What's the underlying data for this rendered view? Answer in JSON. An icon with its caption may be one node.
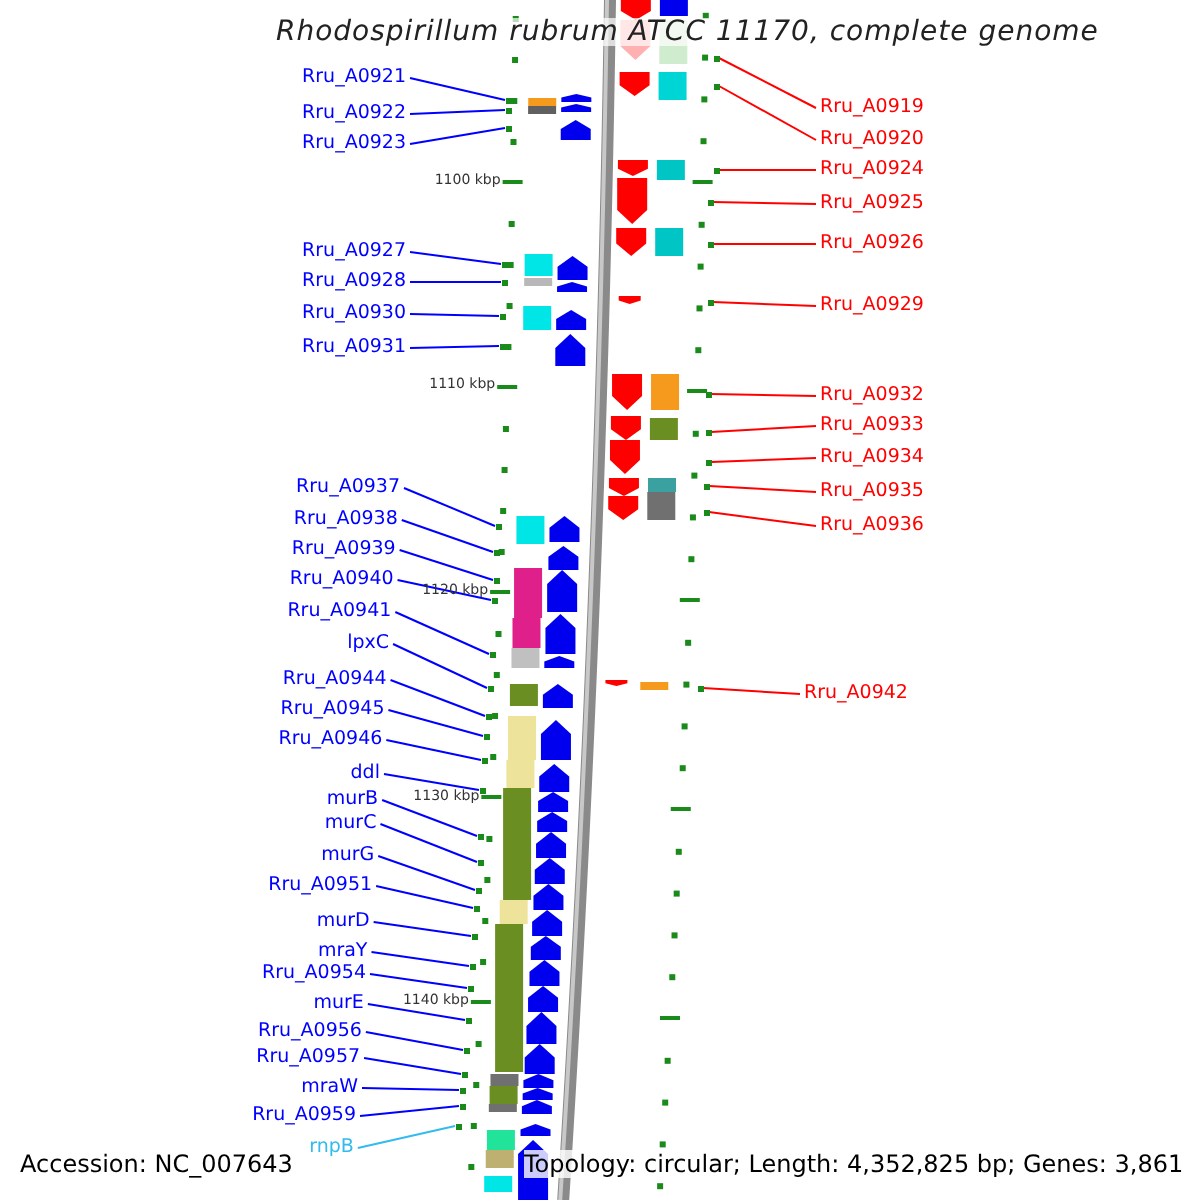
{
  "diagram": {
    "title": "Rhodospirillum rubrum ATCC 11170, complete genome",
    "nodes": [
      {
        "text": [
          "Rru_A0921"
        ]
      },
      {
        "text": [
          "Rru_A0922"
        ]
      },
      {
        "text": [
          "Rru_A0923"
        ]
      },
      {
        "text": [
          "Rru_A0927"
        ]
      },
      {
        "text": [
          "Rru_A0928"
        ]
      },
      {
        "text": [
          "Rru_A0930"
        ]
      },
      {
        "text": [
          "Rru_A0931"
        ]
      },
      {
        "text": [
          "Rru_A0937"
        ]
      },
      {
        "text": [
          "Rru_A0938"
        ]
      },
      {
        "text": [
          "Rru_A0939"
        ]
      },
      {
        "text": [
          "Rru_A0940"
        ]
      },
      {
        "text": [
          "Rru_A0941"
        ]
      },
      {
        "text": [
          "lpxC"
        ]
      },
      {
        "text": [
          "Rru_A0944"
        ]
      },
      {
        "text": [
          "Rru_A0945"
        ]
      },
      {
        "text": [
          "Rru_A0946"
        ]
      },
      {
        "text": [
          "ddl"
        ]
      },
      {
        "text": [
          "murB"
        ]
      },
      {
        "text": [
          "murC"
        ]
      },
      {
        "text": [
          "murG"
        ]
      },
      {
        "text": [
          "Rru_A0951"
        ]
      },
      {
        "text": [
          "murD"
        ]
      },
      {
        "text": [
          "mraY"
        ]
      },
      {
        "text": [
          "Rru_A0954"
        ]
      },
      {
        "text": [
          "murE"
        ]
      },
      {
        "text": [
          "Rru_A0956"
        ]
      },
      {
        "text": [
          "Rru_A0957"
        ]
      },
      {
        "text": [
          "mraW"
        ]
      },
      {
        "text": [
          "Rru_A0959"
        ]
      },
      {
        "text": [
          "rnpB"
        ]
      },
      {
        "text": [
          "Rru_A0919"
        ]
      },
      {
        "text": [
          "Rru_A0920"
        ]
      },
      {
        "text": [
          "Rru_A0924"
        ]
      },
      {
        "text": [
          "Rru_A0925"
        ]
      },
      {
        "text": [
          "Rru_A0926"
        ]
      },
      {
        "text": [
          "Rru_A0929"
        ]
      },
      {
        "text": [
          "Rru_A0932"
        ]
      },
      {
        "text": [
          "Rru_A0933"
        ]
      },
      {
        "text": [
          "Rru_A0934"
        ]
      },
      {
        "text": [
          "Rru_A0935"
        ]
      },
      {
        "text": [
          "Rru_A0936"
        ]
      },
      {
        "text": [
          "Rru_A0942"
        ]
      },
      {
        "text": [],
        "shape": "box"
      },
      {
        "text": [],
        "shape": "box"
      },
      {
        "text": [],
        "shape": "box"
      },
      {
        "text": [],
        "shape": "box"
      },
      {
        "text": [],
        "shape": "box"
      },
      {
        "text": [],
        "shape": "box"
      },
      {
        "text": [],
        "shape": "box"
      },
      {
        "text": [],
        "shape": "box"
      },
      {
        "text": [],
        "shape": "box"
      },
      {
        "text": [],
        "shape": "box"
      },
      {
        "text": [],
        "shape": "box"
      },
      {
        "text": [],
        "shape": "box"
      },
      {
        "text": [],
        "shape": "box"
      },
      {
        "text": [],
        "shape": "box"
      },
      {
        "text": [],
        "shape": "box"
      },
      {
        "text": [],
        "shape": "box"
      },
      {
        "text": [],
        "shape": "box"
      },
      {
        "text": [],
        "shape": "box"
      },
      {
        "text": [],
        "shape": "box"
      },
      {
        "text": [],
        "shape": "box"
      },
      {
        "text": [],
        "shape": "box"
      },
      {
        "text": [],
        "shape": "box"
      },
      {
        "text": [],
        "shape": "box"
      },
      {
        "text": [],
        "shape": "box"
      },
      {
        "text": [],
        "shape": "box"
      },
      {
        "text": [],
        "shape": "box"
      },
      {
        "text": [],
        "shape": "box"
      },
      {
        "text": [],
        "shape": "box"
      },
      {
        "text": [],
        "shape": "box"
      },
      {
        "text": [],
        "shape": "box"
      },
      {
        "text": [],
        "shape": "box"
      },
      {
        "text": [],
        "shape": "box"
      },
      {
        "text": [],
        "shape": "box"
      },
      {
        "text": [],
        "shape": "box"
      },
      {
        "text": [],
        "shape": "box"
      },
      {
        "text": [],
        "shape": "box"
      },
      {
        "text": [],
        "shape": "box"
      },
      {
        "text": [],
        "shape": "box"
      },
      {
        "text": [],
        "shape": "box"
      },
      {
        "text": [],
        "shape": "box"
      },
      {
        "text": [],
        "shape": "box"
      },
      {
        "text": [],
        "shape": "box"
      }
    ],
    "edges": [
      {
        "from": 0,
        "to": 42,
        "arrow": "none"
      },
      {
        "from": 1,
        "to": 43,
        "arrow": "none"
      },
      {
        "from": 2,
        "to": 44,
        "arrow": "none"
      },
      {
        "from": 3,
        "to": 45,
        "arrow": "none"
      },
      {
        "from": 4,
        "to": 46,
        "arrow": "none"
      },
      {
        "from": 5,
        "to": 47,
        "arrow": "none"
      },
      {
        "from": 6,
        "to": 48,
        "arrow": "none"
      },
      {
        "from": 7,
        "to": 49,
        "arrow": "none"
      },
      {
        "from": 8,
        "to": 50,
        "arrow": "none"
      },
      {
        "from": 9,
        "to": 51,
        "arrow": "none"
      },
      {
        "from": 10,
        "to": 52,
        "arrow": "none"
      },
      {
        "from": 11,
        "to": 53,
        "arrow": "none"
      },
      {
        "from": 12,
        "to": 54,
        "arrow": "none"
      },
      {
        "from": 13,
        "to": 55,
        "arrow": "none"
      },
      {
        "from": 14,
        "to": 56,
        "arrow": "none"
      },
      {
        "from": 15,
        "to": 57,
        "arrow": "none"
      },
      {
        "from": 16,
        "to": 58,
        "arrow": "none"
      },
      {
        "from": 17,
        "to": 59,
        "arrow": "none"
      },
      {
        "from": 18,
        "to": 60,
        "arrow": "none"
      },
      {
        "from": 19,
        "to": 61,
        "arrow": "none"
      },
      {
        "from": 20,
        "to": 62,
        "arrow": "none"
      },
      {
        "from": 21,
        "to": 63,
        "arrow": "none"
      },
      {
        "from": 22,
        "to": 64,
        "arrow": "none"
      },
      {
        "from": 23,
        "to": 65,
        "arrow": "none"
      },
      {
        "from": 24,
        "to": 66,
        "arrow": "none"
      },
      {
        "from": 25,
        "to": 67,
        "arrow": "none"
      },
      {
        "from": 26,
        "to": 68,
        "arrow": "none"
      },
      {
        "from": 27,
        "to": 69,
        "arrow": "none"
      },
      {
        "from": 28,
        "to": 70,
        "arrow": "none"
      },
      {
        "from": 29,
        "to": 71,
        "arrow": "none",
        "color": "#33bbee"
      },
      {
        "from": 30,
        "to": 72,
        "arrow": "none",
        "color": "#ff0000"
      },
      {
        "from": 31,
        "to": 73,
        "arrow": "none",
        "color": "#ff0000"
      },
      {
        "from": 32,
        "to": 74,
        "arrow": "none",
        "color": "#ff0000"
      },
      {
        "from": 33,
        "to": 75,
        "arrow": "none",
        "color": "#ff0000"
      },
      {
        "from": 34,
        "to": 76,
        "arrow": "none",
        "color": "#ff0000"
      },
      {
        "from": 35,
        "to": 77,
        "arrow": "none",
        "color": "#ff0000"
      },
      {
        "from": 36,
        "to": 78,
        "arrow": "none",
        "color": "#ff0000"
      },
      {
        "from": 37,
        "to": 79,
        "arrow": "none",
        "color": "#ff0000"
      },
      {
        "from": 38,
        "to": 80,
        "arrow": "none",
        "color": "#ff0000"
      },
      {
        "from": 39,
        "to": 81,
        "arrow": "none",
        "color": "#ff0000"
      },
      {
        "from": 40,
        "to": 82,
        "arrow": "none",
        "color": "#ff0000"
      },
      {
        "from": 41,
        "to": 83,
        "arrow": "none",
        "color": "#ff0000"
      }
    ],
    "labels": [
      "1100 kbp",
      "1110 kbp",
      "1120 kbp",
      "1130 kbp",
      "1140 kbp",
      "Accession: NC_007643",
      "Topology: circular; Length: 4,352,825 bp; Genes: 3,861"
    ]
  }
}
